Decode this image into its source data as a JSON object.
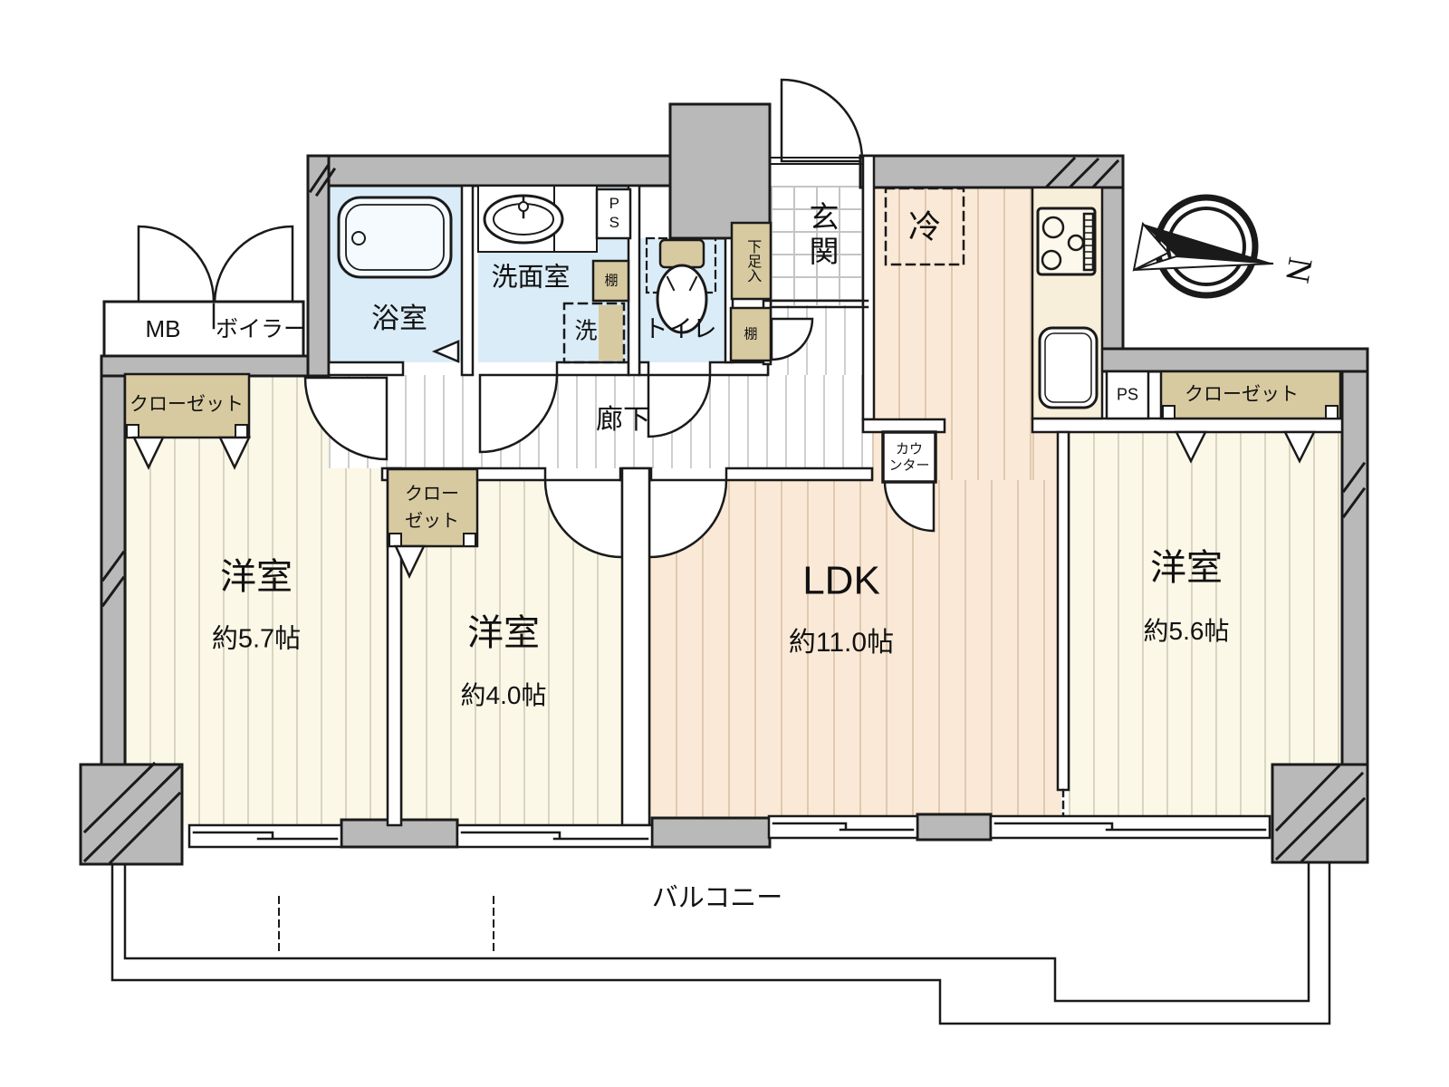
{
  "compass": {
    "north_label": "N"
  },
  "exterior": {
    "meter_box": "MB",
    "boiler": "ボイラー",
    "balcony": "バルコニー"
  },
  "entrance": {
    "label": "玄関"
  },
  "corridor": {
    "label": "廊下"
  },
  "wet_area": {
    "bath": "浴室",
    "washroom": "洗面室",
    "pipe_space": "PS",
    "shelf_washroom": "棚",
    "washer": "洗",
    "toilet": "トイレ",
    "shelf_toilet": "棚",
    "shoe_cabinet": "下足入"
  },
  "ldk": {
    "label": "LDK",
    "area": "約11.0帖",
    "fridge": "冷",
    "counter_line1": "カウ",
    "counter_line2": "ンター",
    "pipe_space": "PS"
  },
  "rooms": {
    "west_57": {
      "label": "洋室",
      "area": "約5.7帖",
      "closet": "クローゼット"
    },
    "west_40": {
      "label": "洋室",
      "area": "約4.0帖",
      "closet_line1": "クロー",
      "closet_line2": "ゼット"
    },
    "east_56": {
      "label": "洋室",
      "area": "約5.6帖",
      "closet": "クローゼット"
    }
  },
  "colors": {
    "wall_fill": "#b9b9b9",
    "line": "#1a1a1a",
    "floor_cream": "#fbf8e8",
    "floor_peach": "#fae9d6",
    "wet_blue": "#daecf7",
    "closet_tan": "#d8caa0"
  }
}
